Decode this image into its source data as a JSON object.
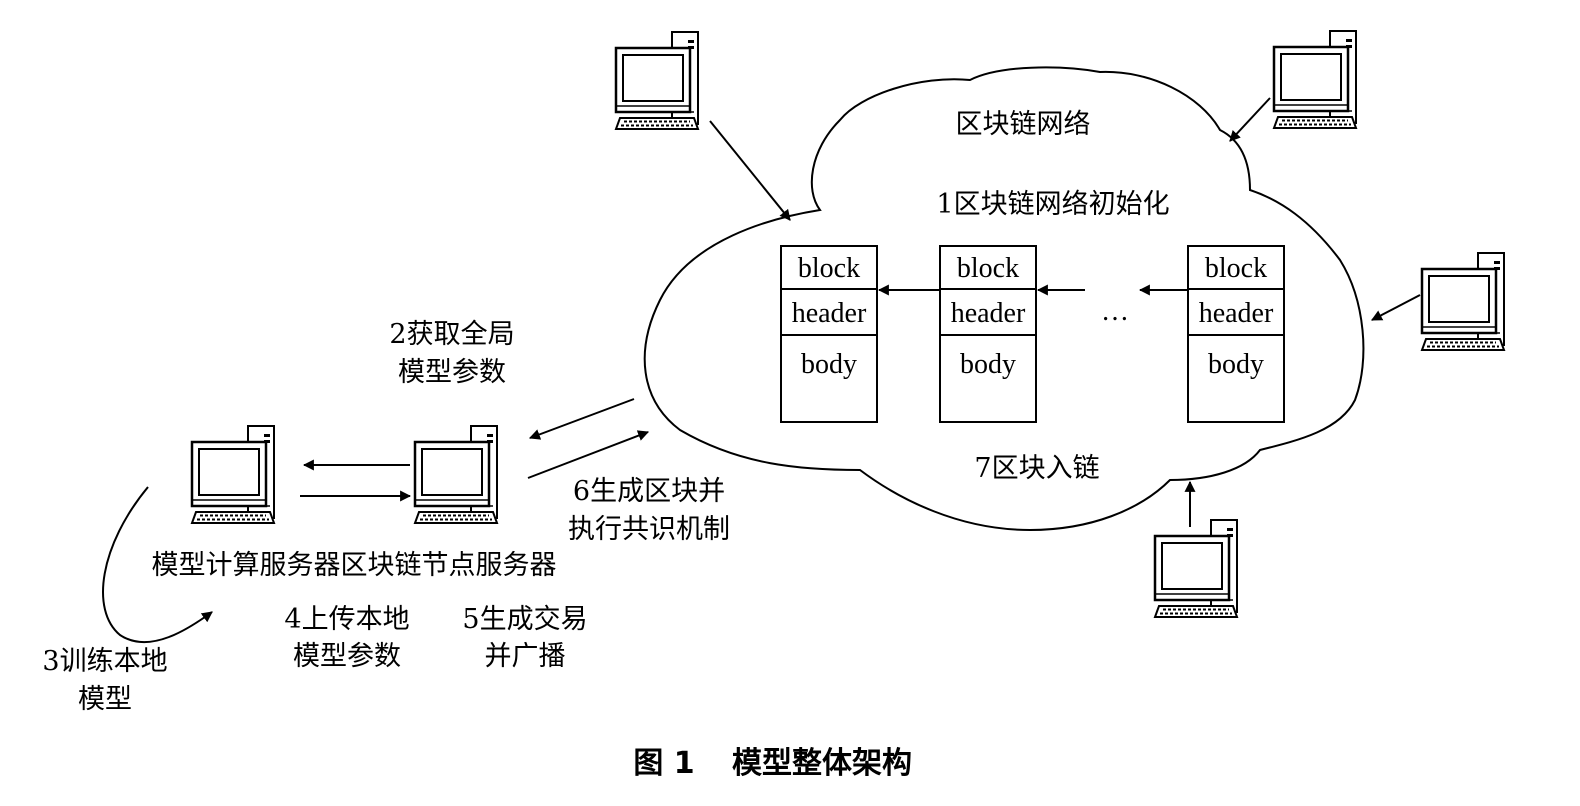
{
  "labels": {
    "network": "区块链网络",
    "init": "1区块链网络初始化",
    "step2_line1": "2获取全局",
    "step2_line2": "模型参数",
    "step7": "7区块入链",
    "step6_line1": "6生成区块并",
    "step6_line2": "执行共识机制",
    "servers": "模型计算服务器区块链节点服务器",
    "step4_line1": "4上传本地",
    "step4_line2": "模型参数",
    "step5_line1": "5生成交易",
    "step5_line2": "并广播",
    "step3_line1": "3训练本地",
    "step3_line2": "模型",
    "ellipsis": "…"
  },
  "block": {
    "row1": "block",
    "row2": "header",
    "row3": "body"
  },
  "caption": {
    "figure": "图 1",
    "title": "模型整体架构"
  }
}
